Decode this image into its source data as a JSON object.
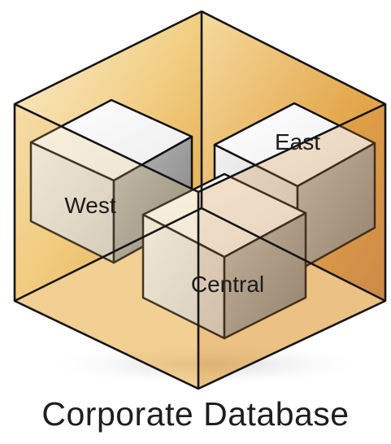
{
  "title": "Corporate Database",
  "cubes": [
    {
      "label": "West"
    },
    {
      "label": "East"
    },
    {
      "label": "Central"
    }
  ]
}
